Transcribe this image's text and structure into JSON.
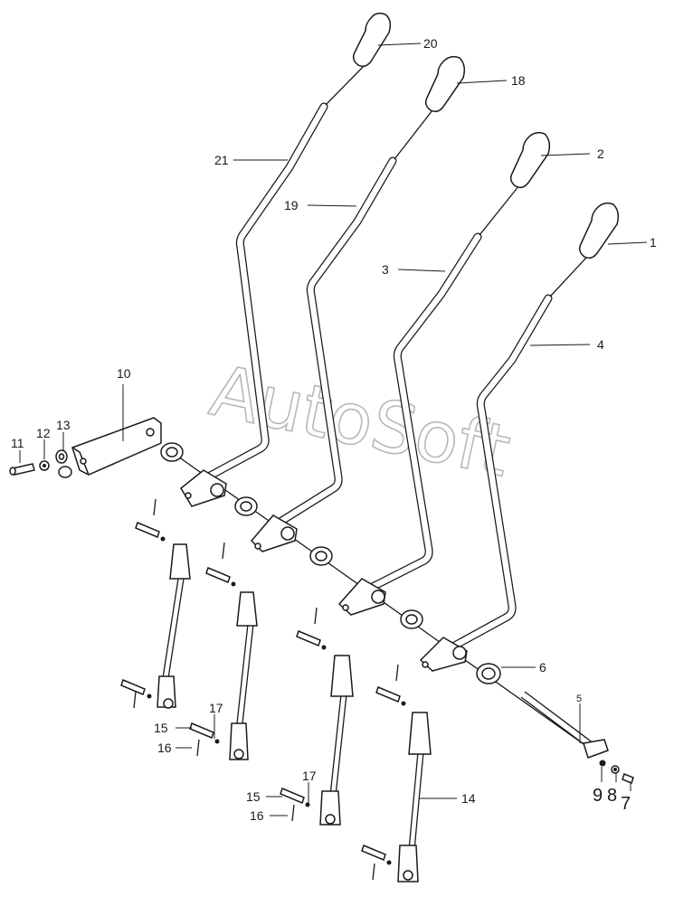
{
  "watermark": "AutoSoft",
  "callouts": [
    {
      "id": "c1",
      "text": "1"
    },
    {
      "id": "c2",
      "text": "2"
    },
    {
      "id": "c3",
      "text": "3"
    },
    {
      "id": "c4",
      "text": "4"
    },
    {
      "id": "c5",
      "text": "5"
    },
    {
      "id": "c6",
      "text": "6"
    },
    {
      "id": "c7",
      "text": "7"
    },
    {
      "id": "c8",
      "text": "8"
    },
    {
      "id": "c9",
      "text": "9"
    },
    {
      "id": "c10",
      "text": "10"
    },
    {
      "id": "c11",
      "text": "11"
    },
    {
      "id": "c12",
      "text": "12"
    },
    {
      "id": "c13",
      "text": "13"
    },
    {
      "id": "c14",
      "text": "14"
    },
    {
      "id": "c15a",
      "text": "15"
    },
    {
      "id": "c15b",
      "text": "15"
    },
    {
      "id": "c16a",
      "text": "16"
    },
    {
      "id": "c16b",
      "text": "16"
    },
    {
      "id": "c17a",
      "text": "17"
    },
    {
      "id": "c17b",
      "text": "17"
    },
    {
      "id": "c18",
      "text": "18"
    },
    {
      "id": "c19",
      "text": "19"
    },
    {
      "id": "c20",
      "text": "20"
    },
    {
      "id": "c21",
      "text": "21"
    }
  ]
}
